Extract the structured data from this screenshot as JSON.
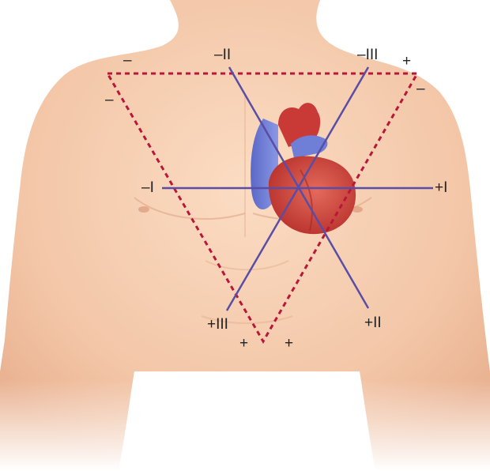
{
  "labels": {
    "lead_i_negative": "–I",
    "lead_i_positive": "+I",
    "lead_ii_negative": "–II",
    "lead_ii_positive": "+II",
    "lead_iii_negative": "–III",
    "lead_iii_positive": "+III",
    "right_arm_sign_top": "–",
    "right_arm_sign_side": "–",
    "left_arm_sign_top": "+",
    "left_arm_sign_side": "–",
    "left_leg_sign_left": "+",
    "left_leg_sign_right": "+"
  },
  "colors": {
    "skin": "#f5cdb0",
    "triangle": "#b8173a",
    "lead_axis": "#5a4da6",
    "heart_red": "#d3463c",
    "heart_blue": "#6f7ed6"
  }
}
